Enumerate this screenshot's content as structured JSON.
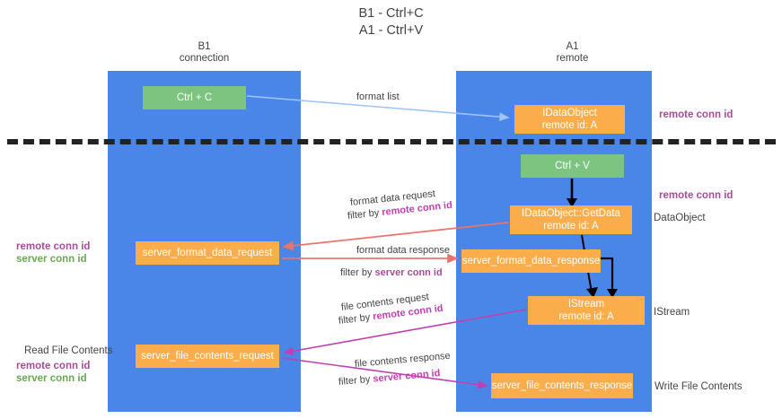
{
  "title": {
    "line1": "B1 - Ctrl+C",
    "line2": "A1 - Ctrl+V"
  },
  "columns": [
    {
      "id": "b1",
      "name": "B1",
      "role": "connection",
      "color": "#4a86e8"
    },
    {
      "id": "a1",
      "name": "A1",
      "role": "remote",
      "color": "#4a86e8"
    }
  ],
  "nodes": {
    "ctrl_c": {
      "label": "Ctrl + C",
      "sub": "",
      "color": "#7cc47f"
    },
    "idataobject": {
      "label": "IDataObject",
      "sub": "remote id: A",
      "color": "#fbad4b"
    },
    "ctrl_v": {
      "label": "Ctrl + V",
      "sub": "",
      "color": "#7cc47f"
    },
    "getdata": {
      "label": "IDataObject::GetData",
      "sub": "remote id: A",
      "color": "#fbad4b"
    },
    "sfd_request": {
      "label": "server_format_data_request",
      "sub": "",
      "color": "#fbad4b"
    },
    "sfd_response": {
      "label": "server_format_data_response",
      "sub": "",
      "color": "#fbad4b"
    },
    "istream": {
      "label": "IStream",
      "sub": "remote id: A",
      "color": "#fbad4b"
    },
    "sfc_request": {
      "label": "server_file_contents_request",
      "sub": "",
      "color": "#fbad4b"
    },
    "sfc_response": {
      "label": "server_file_contents_response",
      "sub": "",
      "color": "#fbad4b"
    }
  },
  "edges": {
    "format_list": {
      "line1": "format list"
    },
    "format_data_req": {
      "line1": "format data request",
      "prefix": "filter by ",
      "value": "remote conn id"
    },
    "format_data_resp": {
      "line1": "format data response",
      "prefix": "filter by ",
      "value": "server conn id"
    },
    "file_contents_req": {
      "line1": "file contents request",
      "prefix": "filter by ",
      "value": "remote conn id"
    },
    "file_contents_resp": {
      "line1": "file contents response",
      "prefix": "filter by ",
      "value": "server conn id"
    }
  },
  "notes": {
    "right_1": {
      "text": "remote conn id"
    },
    "right_2": {
      "text": "remote conn id"
    },
    "right_3": {
      "text": "DataObject"
    },
    "right_4": {
      "text": "IStream"
    },
    "right_5": {
      "text": "Write File Contents"
    },
    "left_1": {
      "purple": "remote conn id",
      "green": "server conn id"
    },
    "left_2": {
      "text": "Read File Contents"
    },
    "left_3": {
      "purple": "remote conn id",
      "green": "server conn id"
    }
  },
  "colors": {
    "column_blue": "#4a86e8",
    "node_green": "#7cc47f",
    "node_orange": "#fbad4b",
    "accent_purple": "#a64d9a",
    "accent_green": "#6aa84f",
    "arrow_red": "#e8756b",
    "arrow_magenta": "#c13fb0",
    "arrow_lightblue": "#9fc5f8",
    "arrow_black": "#000000",
    "divider": "#222222"
  }
}
